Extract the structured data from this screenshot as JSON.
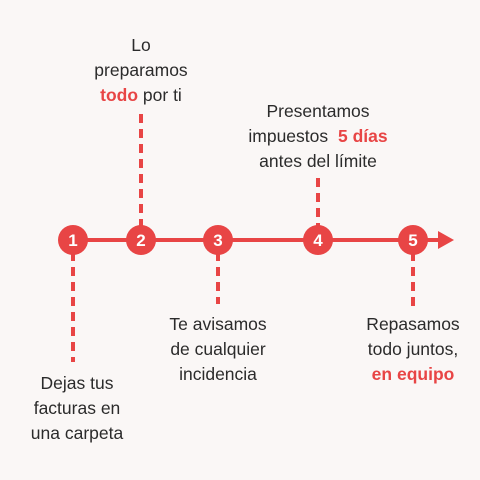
{
  "colors": {
    "accent": "#e84545",
    "text": "#2b2b2b",
    "background": "#faf7f6"
  },
  "steps": [
    {
      "number": "1",
      "lines": [
        [
          "Dejas tus"
        ],
        [
          "facturas en"
        ],
        [
          "una carpeta"
        ]
      ]
    },
    {
      "number": "2",
      "lines": [
        [
          "Lo"
        ],
        [
          "preparamos"
        ],
        [
          "todo",
          " por ti"
        ]
      ]
    },
    {
      "number": "3",
      "lines": [
        [
          "Te avisamos"
        ],
        [
          "de cualquier"
        ],
        [
          "incidencia"
        ]
      ]
    },
    {
      "number": "4",
      "lines": [
        [
          "Presentamos"
        ],
        [
          "impuestos ",
          "5 días"
        ],
        [
          "antes del límite"
        ]
      ]
    },
    {
      "number": "5",
      "lines": [
        [
          "Repasamos"
        ],
        [
          "todo juntos,"
        ],
        [
          "en equipo"
        ]
      ]
    }
  ]
}
